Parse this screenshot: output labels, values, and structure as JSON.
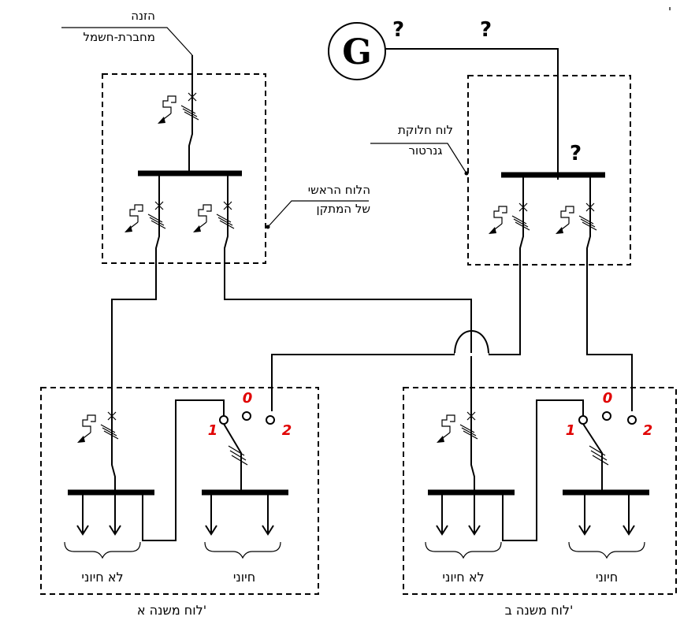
{
  "generator": {
    "symbol": "G",
    "unknown_marks": [
      "?",
      "?",
      "?"
    ]
  },
  "labels": {
    "supply_line1": "הזנה",
    "supply_line2": "מחברת-חשמל",
    "main_board_line1": "הלוח הראשי",
    "main_board_line2": "של המתקן",
    "gen_board_line1": "לוח חלוקת",
    "gen_board_line2": "גנרטור",
    "subboard_a": "לוח משנה א'",
    "subboard_b": "לוח משנה ב'",
    "essential_a": "חיוני",
    "nonessential_a": "לא חיוני",
    "essential_b": "חיוני",
    "nonessential_b": "לא חיוני",
    "corner_mark": "'"
  },
  "switch_positions": {
    "a": {
      "pos1": "1",
      "pos0": "0",
      "pos2": "2"
    },
    "b": {
      "pos1": "1",
      "pos0": "0",
      "pos2": "2"
    }
  },
  "colors": {
    "switch_position_numbers": "#e00000",
    "lines": "#000000"
  }
}
